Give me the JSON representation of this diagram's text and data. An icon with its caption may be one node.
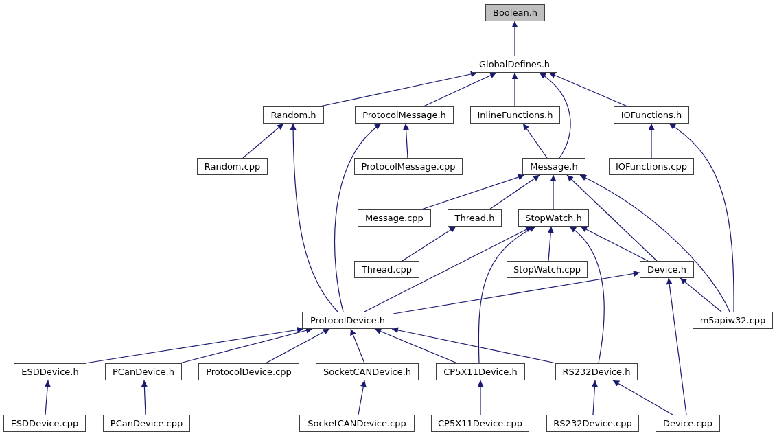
{
  "diagram": {
    "nodes": [
      {
        "text": [
          "Boolean.h"
        ]
      },
      {
        "text": [
          "GlobalDefines.h"
        ]
      },
      {
        "text": [
          "Random.h"
        ]
      },
      {
        "text": [
          "ProtocolMessage.h"
        ]
      },
      {
        "text": [
          "InlineFunctions.h"
        ]
      },
      {
        "text": [
          "IOFunctions.h"
        ]
      },
      {
        "text": [
          "Random.cpp"
        ]
      },
      {
        "text": [
          "ProtocolMessage.cpp"
        ]
      },
      {
        "text": [
          "Message.h"
        ]
      },
      {
        "text": [
          "IOFunctions.cpp"
        ]
      },
      {
        "text": [
          "Message.cpp"
        ]
      },
      {
        "text": [
          "Thread.h"
        ]
      },
      {
        "text": [
          "StopWatch.h"
        ]
      },
      {
        "text": [
          "Thread.cpp"
        ]
      },
      {
        "text": [
          "StopWatch.cpp"
        ]
      },
      {
        "text": [
          "Device.h"
        ]
      },
      {
        "text": [
          "ProtocolDevice.h"
        ]
      },
      {
        "text": [
          "m5apiw32.cpp"
        ]
      },
      {
        "text": [
          "ESDDevice.h"
        ]
      },
      {
        "text": [
          "PCanDevice.h"
        ]
      },
      {
        "text": [
          "ProtocolDevice.cpp"
        ]
      },
      {
        "text": [
          "SocketCANDevice.h"
        ]
      },
      {
        "text": [
          "CP5X11Device.h"
        ]
      },
      {
        "text": [
          "RS232Device.h"
        ]
      },
      {
        "text": [
          "ESDDevice.cpp"
        ]
      },
      {
        "text": [
          "PCanDevice.cpp"
        ]
      },
      {
        "text": [
          "SocketCANDevice.cpp"
        ]
      },
      {
        "text": [
          "CP5X11Device.cpp"
        ]
      },
      {
        "text": [
          "RS232Device.cpp"
        ]
      },
      {
        "text": [
          "Device.cpp"
        ]
      }
    ],
    "edges": [
      {
        "from": 1,
        "to": 0,
        "arrow": "to"
      },
      {
        "from": 2,
        "to": 1,
        "arrow": "to"
      },
      {
        "from": 3,
        "to": 1,
        "arrow": "to"
      },
      {
        "from": 4,
        "to": 1,
        "arrow": "to"
      },
      {
        "from": 8,
        "to": 1,
        "arrow": "to"
      },
      {
        "from": 5,
        "to": 1,
        "arrow": "to"
      },
      {
        "from": 6,
        "to": 2,
        "arrow": "to"
      },
      {
        "from": 16,
        "to": 2,
        "arrow": "to"
      },
      {
        "from": 16,
        "to": 3,
        "arrow": "to"
      },
      {
        "from": 7,
        "to": 3,
        "arrow": "to"
      },
      {
        "from": 8,
        "to": 4,
        "arrow": "to"
      },
      {
        "from": 9,
        "to": 5,
        "arrow": "to"
      },
      {
        "from": 17,
        "to": 5,
        "arrow": "to"
      },
      {
        "from": 10,
        "to": 8,
        "arrow": "to"
      },
      {
        "from": 11,
        "to": 8,
        "arrow": "to"
      },
      {
        "from": 12,
        "to": 8,
        "arrow": "to"
      },
      {
        "from": 15,
        "to": 8,
        "arrow": "to"
      },
      {
        "from": 17,
        "to": 8,
        "arrow": "to"
      },
      {
        "from": 13,
        "to": 11,
        "arrow": "to"
      },
      {
        "from": 16,
        "to": 12,
        "arrow": "to"
      },
      {
        "from": 22,
        "to": 12,
        "arrow": "to"
      },
      {
        "from": 14,
        "to": 12,
        "arrow": "to"
      },
      {
        "from": 23,
        "to": 12,
        "arrow": "to"
      },
      {
        "from": 15,
        "to": 12,
        "arrow": "to"
      },
      {
        "from": 16,
        "to": 15,
        "arrow": "to"
      },
      {
        "from": 17,
        "to": 15,
        "arrow": "to"
      },
      {
        "from": 29,
        "to": 15,
        "arrow": "to"
      },
      {
        "from": 18,
        "to": 16,
        "arrow": "to"
      },
      {
        "from": 19,
        "to": 16,
        "arrow": "to"
      },
      {
        "from": 20,
        "to": 16,
        "arrow": "to"
      },
      {
        "from": 21,
        "to": 16,
        "arrow": "to"
      },
      {
        "from": 22,
        "to": 16,
        "arrow": "to"
      },
      {
        "from": 23,
        "to": 16,
        "arrow": "to"
      },
      {
        "from": 24,
        "to": 18,
        "arrow": "to"
      },
      {
        "from": 25,
        "to": 19,
        "arrow": "to"
      },
      {
        "from": 26,
        "to": 21,
        "arrow": "to"
      },
      {
        "from": 27,
        "to": 22,
        "arrow": "to"
      },
      {
        "from": 28,
        "to": 23,
        "arrow": "to"
      },
      {
        "from": 29,
        "to": 23,
        "arrow": "to"
      }
    ]
  }
}
